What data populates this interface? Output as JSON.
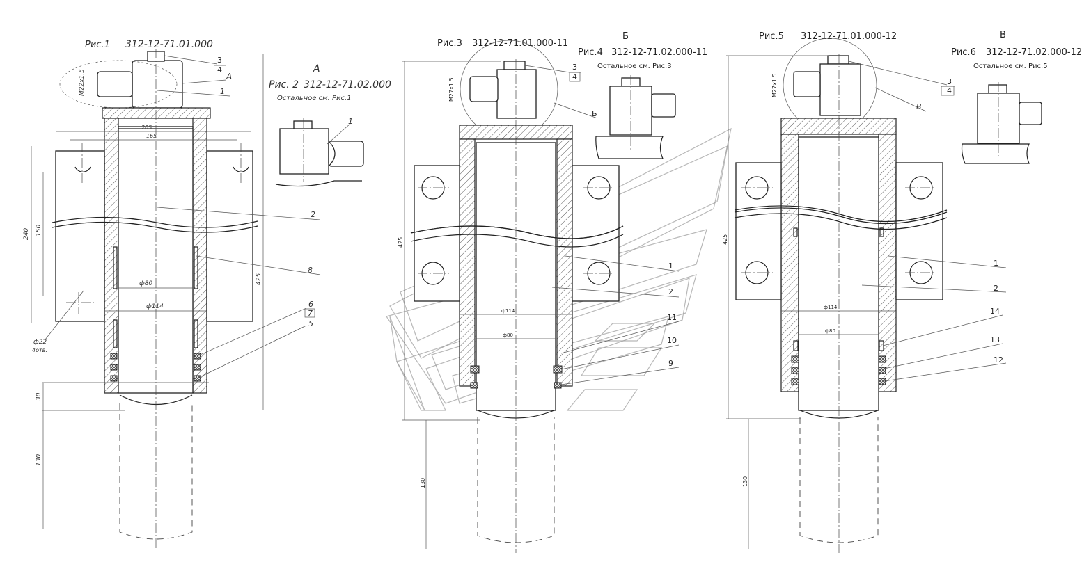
{
  "drawing": {
    "fig1": {
      "title": "Рис.1",
      "code": "312-12-71.01.000",
      "thread": "M22x1.5",
      "dim_width_205": "205",
      "dim_width_165": "165",
      "dim_d_inner": "ф80",
      "dim_d_outer": "ф114",
      "dim_240": "240",
      "dim_150": "150",
      "dim_425": "425",
      "dim_30": "30",
      "dim_130": "130",
      "hole": "ф22",
      "hole_count": "4отв."
    },
    "fig2": {
      "letter": "А",
      "title": "Рис. 2",
      "code": "312-12-71.02.000",
      "note": "Остальное см. Рис.1"
    },
    "fig3": {
      "title": "Рис.3",
      "code": "312-12-71.01.000-11",
      "thread": "M27x1.5",
      "dim_425": "425",
      "dim_d_outer": "ф114",
      "dim_d_inner": "ф80",
      "dim_130": "130"
    },
    "fig4": {
      "letter": "Б",
      "title": "Рис.4",
      "code": "312-12-71.02.000-11",
      "note": "Остальное см. Рис.3"
    },
    "fig5": {
      "title": "Рис.5",
      "code": "312-12-71.01.000-12",
      "thread": "M27x1.5",
      "dim_425": "425",
      "dim_d_outer": "ф114",
      "dim_d_inner": "ф80",
      "dim_130": "130"
    },
    "fig6": {
      "letter": "В",
      "title": "Рис.6",
      "code": "312-12-71.02.000-12",
      "note": "Остальное см. Рис.5"
    },
    "callouts_fig1": {
      "c3": "3",
      "c4": "4",
      "cA": "А",
      "c1": "1",
      "c2": "2",
      "c8": "8",
      "c6": "6",
      "c7": "7",
      "c5": "5"
    },
    "callouts_fig2": {
      "c1": "1"
    },
    "callouts_fig3": {
      "c3": "3",
      "c4": "4",
      "cB": "Б",
      "c1": "1",
      "c2": "2",
      "c11": "11",
      "c10": "10",
      "c9": "9"
    },
    "callouts_fig5": {
      "c3": "3",
      "c4": "4",
      "cV": "В",
      "c1": "1",
      "c2": "2",
      "c14": "14",
      "c13": "13",
      "c12": "12"
    }
  }
}
